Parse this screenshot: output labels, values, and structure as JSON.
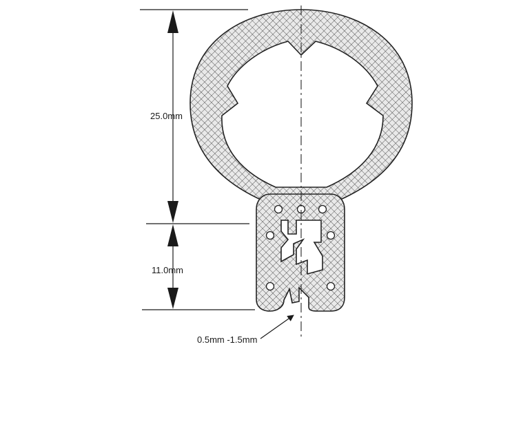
{
  "dimensions": {
    "upper_height": "25.0mm",
    "lower_height": "11.0mm",
    "gap_range": "0.5mm -1.5mm"
  },
  "colors": {
    "line": "#1a1a1a",
    "hatch": "#333333",
    "background": "#ffffff"
  }
}
